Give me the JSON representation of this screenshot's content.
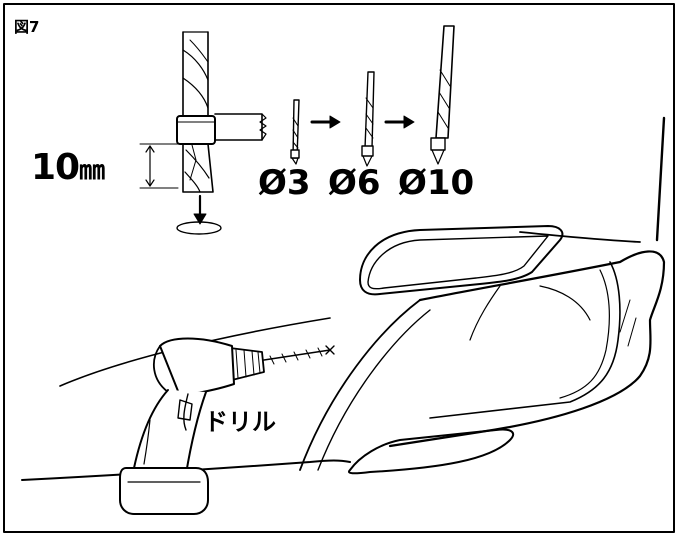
{
  "figure": {
    "label": "図7",
    "depth_value": "10",
    "depth_unit": "㎜",
    "bit_sizes": [
      "Ø3",
      "Ø6",
      "Ø10"
    ],
    "tool_label": "ドリル"
  },
  "colors": {
    "line": "#000000",
    "background": "#ffffff"
  }
}
